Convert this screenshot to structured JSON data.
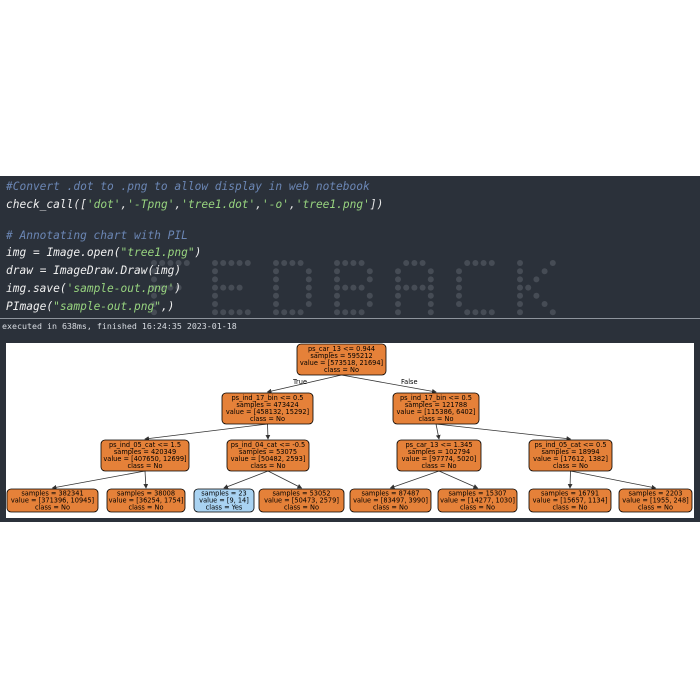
{
  "code": {
    "lines": [
      [
        {
          "cls": "cmt",
          "text": "#Convert .dot to .png to allow display in web notebook"
        }
      ],
      [
        {
          "cls": "fn",
          "text": "check_call"
        },
        {
          "cls": "pun",
          "text": "(["
        },
        {
          "cls": "str",
          "text": "'dot'"
        },
        {
          "cls": "pun",
          "text": ","
        },
        {
          "cls": "str",
          "text": "'-Tpng'"
        },
        {
          "cls": "pun",
          "text": ","
        },
        {
          "cls": "str",
          "text": "'tree1.dot'"
        },
        {
          "cls": "pun",
          "text": ","
        },
        {
          "cls": "str",
          "text": "'-o'"
        },
        {
          "cls": "pun",
          "text": ","
        },
        {
          "cls": "str",
          "text": "'tree1.png'"
        },
        {
          "cls": "pun",
          "text": "])"
        }
      ],
      [],
      [
        {
          "cls": "cmt",
          "text": "# Annotating chart with PIL"
        }
      ],
      [
        {
          "cls": "fn",
          "text": "img "
        },
        {
          "cls": "op",
          "text": "= "
        },
        {
          "cls": "fn",
          "text": "Image.open("
        },
        {
          "cls": "str",
          "text": "\"tree1.png\""
        },
        {
          "cls": "fn",
          "text": ")"
        }
      ],
      [
        {
          "cls": "fn",
          "text": "draw "
        },
        {
          "cls": "op",
          "text": "= "
        },
        {
          "cls": "fn",
          "text": "ImageDraw.Draw(img)"
        }
      ],
      [
        {
          "cls": "fn",
          "text": "img.save("
        },
        {
          "cls": "str",
          "text": "'sample-out.png'"
        },
        {
          "cls": "fn",
          "text": ")"
        }
      ],
      [
        {
          "cls": "fn",
          "text": "PImage("
        },
        {
          "cls": "str",
          "text": "\"sample-out.png\""
        },
        {
          "cls": "fn",
          "text": ",)"
        }
      ]
    ],
    "watermark_text": "FEDBACK"
  },
  "status": {
    "text": "executed in 638ms, finished 16:24:35 2023-01-18"
  },
  "tree": {
    "edge_true_label": "True",
    "edge_false_label": "False",
    "colors": {
      "orange": "#e58139",
      "blue": "#a9d3f2",
      "line": "#333333"
    },
    "nodes": [
      {
        "id": "n0",
        "lines": [
          "ps_car_13 <= 0.944",
          "samples = 595212",
          "value = [573518, 21694]",
          "class = No"
        ],
        "color": "orange"
      },
      {
        "id": "n1",
        "lines": [
          "ps_ind_17_bin <= 0.5",
          "samples = 473424",
          "value = [458132, 15292]",
          "class = No"
        ],
        "color": "orange"
      },
      {
        "id": "n2",
        "lines": [
          "ps_ind_17_bin <= 0.5",
          "samples = 121788",
          "value = [115386, 6402]",
          "class = No"
        ],
        "color": "orange"
      },
      {
        "id": "n3",
        "lines": [
          "ps_ind_05_cat <= 1.5",
          "samples = 420349",
          "value = [407650, 12699]",
          "class = No"
        ],
        "color": "orange"
      },
      {
        "id": "n4",
        "lines": [
          "ps_ind_04_cat <= -0.5",
          "samples = 53075",
          "value = [50482, 2593]",
          "class = No"
        ],
        "color": "orange"
      },
      {
        "id": "n5",
        "lines": [
          "ps_car_13 <= 1.345",
          "samples = 102794",
          "value = [97774, 5020]",
          "class = No"
        ],
        "color": "orange"
      },
      {
        "id": "n6",
        "lines": [
          "ps_ind_05_cat <= 0.5",
          "samples = 18994",
          "value = [17612, 1382]",
          "class = No"
        ],
        "color": "orange"
      },
      {
        "id": "n7",
        "lines": [
          "samples = 382341",
          "value = [371396, 10945]",
          "class = No"
        ],
        "color": "orange"
      },
      {
        "id": "n8",
        "lines": [
          "samples = 38008",
          "value = [36254, 1754]",
          "class = No"
        ],
        "color": "orange"
      },
      {
        "id": "n9",
        "lines": [
          "samples = 23",
          "value = [9, 14]",
          "class = Yes"
        ],
        "color": "blue"
      },
      {
        "id": "n10",
        "lines": [
          "samples = 53052",
          "value = [50473, 2579]",
          "class = No"
        ],
        "color": "orange"
      },
      {
        "id": "n11",
        "lines": [
          "samples = 87487",
          "value = [83497, 3990]",
          "class = No"
        ],
        "color": "orange"
      },
      {
        "id": "n12",
        "lines": [
          "samples = 15307",
          "value = [14277, 1030]",
          "class = No"
        ],
        "color": "orange"
      },
      {
        "id": "n13",
        "lines": [
          "samples = 16791",
          "value = [15657, 1134]",
          "class = No"
        ],
        "color": "orange"
      },
      {
        "id": "n14",
        "lines": [
          "samples = 2203",
          "value = [1955, 248]",
          "class = No"
        ],
        "color": "orange"
      }
    ],
    "edges": [
      [
        "n0",
        "n1"
      ],
      [
        "n0",
        "n2"
      ],
      [
        "n1",
        "n3"
      ],
      [
        "n1",
        "n4"
      ],
      [
        "n2",
        "n5"
      ],
      [
        "n2",
        "n6"
      ],
      [
        "n3",
        "n7"
      ],
      [
        "n3",
        "n8"
      ],
      [
        "n4",
        "n9"
      ],
      [
        "n4",
        "n10"
      ],
      [
        "n5",
        "n11"
      ],
      [
        "n5",
        "n12"
      ],
      [
        "n6",
        "n13"
      ],
      [
        "n6",
        "n14"
      ]
    ]
  }
}
